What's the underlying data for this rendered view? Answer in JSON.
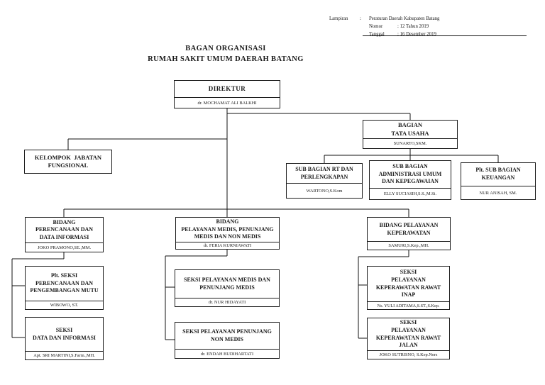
{
  "header": {
    "lampiran_label": "Lampiran",
    "colon": ":",
    "lampiran_value": "Peraturan Daerah Kabupaten Batang",
    "nomor_label": "Nomor",
    "nomor_value": ": 12 Tahun 2019",
    "tanggal_label": "Tanggal",
    "tanggal_value": ": 16 Desember 2019"
  },
  "title": {
    "text": "BAGAN ORGANISASI\nRUMAH SAKIT UMUM DAERAH BATANG"
  },
  "nodes": {
    "direktur": {
      "title": "DIREKTUR",
      "name": "dr. MOCHAMAT ALI BALKHI"
    },
    "tata_usaha": {
      "title": "BAGIAN\nTATA USAHA",
      "name": "SUNARTO,SKM."
    },
    "kelompok": {
      "title": "KELOMPOK  JABATAN\nFUNGSIONAL"
    },
    "sub_rt": {
      "title": "SUB BAGIAN RT DAN\nPERLENGKAPAN",
      "name": "WARTONO,S.Kom"
    },
    "sub_adm": {
      "title": "SUB BAGIAN\nADMINISTRASI UMUM\nDAN KEPEGAWAIAN",
      "name": "ELLY SUCIASIH,S.S.,M.Si."
    },
    "sub_keu": {
      "title": "Plt. SUB BAGIAN\nKEUANGAN",
      "name": "NUR ANISAH, SM."
    },
    "bidang_perencanaan": {
      "title": "BIDANG\nPERENCANAAN DAN\nDATA INFORMASI",
      "name": "JOKO PRAMONO,SE.,MM."
    },
    "bidang_pelayanan_medis": {
      "title": "BIDANG\nPELAYANAN MEDIS, PENUNJANG\nMEDIS DAN NON MEDIS",
      "name": "dr. FERIA KURNIAWATI"
    },
    "bidang_keperawatan": {
      "title": "BIDANG PELAYANAN\nKEPERAWATAN",
      "name": "SAMURI,S.Kep.,MH."
    },
    "seksi_perencanaan": {
      "title": "Plt. SEKSI\nPERENCANAAN DAN\nPENGEMBANGAN MUTU",
      "name": "WIBOWO, ST."
    },
    "seksi_data": {
      "title": "SEKSI\nDATA DAN INFORMASI",
      "name": "Apt. SRI MARTINI,S.Farm.,MH."
    },
    "seksi_medis": {
      "title": "SEKSI PELAYANAN MEDIS DAN\nPENUNJANG MEDIS",
      "name": "dr. NUR HIDAYATI"
    },
    "seksi_non_medis": {
      "title": "SEKSI PELAYANAN PENUNJANG\nNON MEDIS",
      "name": "dr. ENDAH BUDIHARTATI"
    },
    "seksi_rawat_inap": {
      "title": "SEKSI\nPELAYANAN\nKEPERAWATAN RAWAT\nINAP",
      "name": "Ns. YULI ADITAMA,S.ST.,S.Kep."
    },
    "seksi_rawat_jalan": {
      "title": "SEKSI\nPELAYANAN\nKEPERAWATAN RAWAT\nJALAN",
      "name": "JOKO SUTRISNO, S.Kep.Ners"
    }
  },
  "colors": {
    "line": "#111111",
    "border": "#1c1c1c",
    "background": "#ffffff",
    "text": "#1a1a1a"
  }
}
